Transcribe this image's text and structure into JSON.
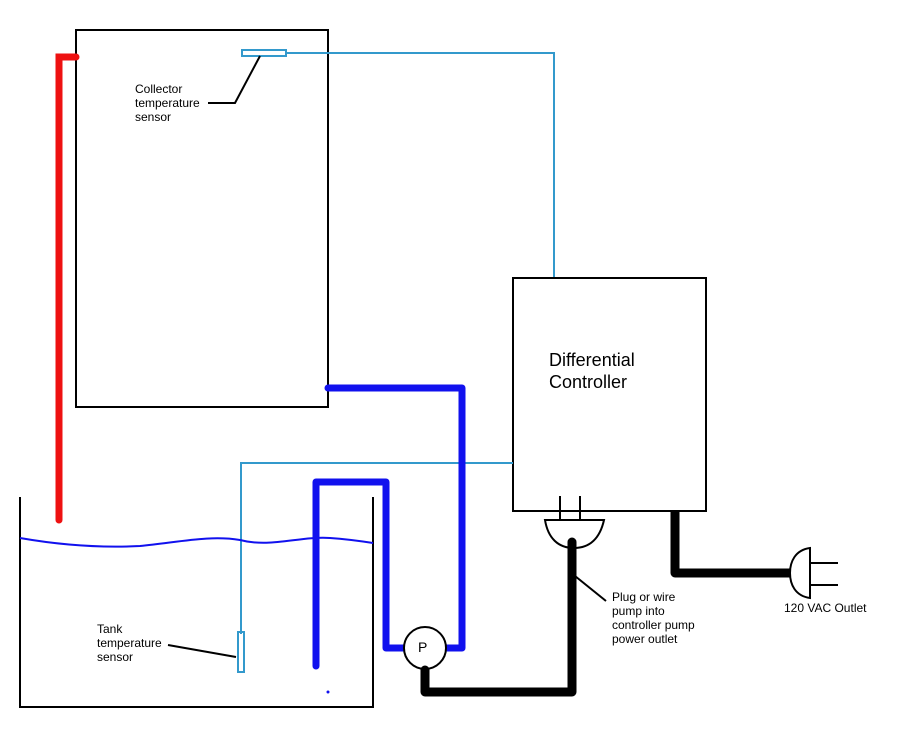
{
  "labels": {
    "collector_sensor": "Collector\ntemperature\nsensor",
    "controller": "Differential\nController",
    "tank_sensor": "Tank\ntemperature\nsensor",
    "pump": "P",
    "plug_note": "Plug or wire\npump into\ncontroller pump\npower outlet",
    "outlet": "120 VAC Outlet"
  },
  "colors": {
    "hot_pipe": "#ee1111",
    "cold_pipe": "#1111ee",
    "sensor_wire": "#3399cc",
    "power_cord": "#000000",
    "outline": "#000000"
  }
}
